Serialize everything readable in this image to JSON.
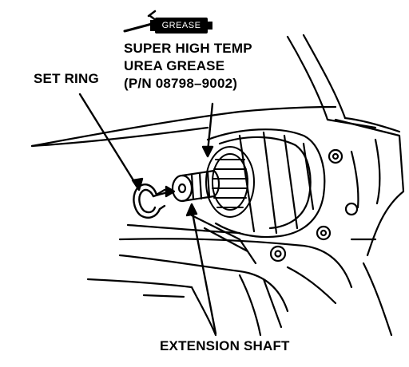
{
  "symbol": {
    "badge_text": "GREASE",
    "icon": "grease-gun-icon"
  },
  "labels": {
    "grease_line1": "SUPER HIGH TEMP",
    "grease_line2": "UREA GREASE",
    "grease_line3": "(P/N 08798–9002)",
    "set_ring": "SET RING",
    "extension_shaft": "EXTENSION SHAFT"
  },
  "colors": {
    "ink": "#000000",
    "paper": "#ffffff"
  }
}
